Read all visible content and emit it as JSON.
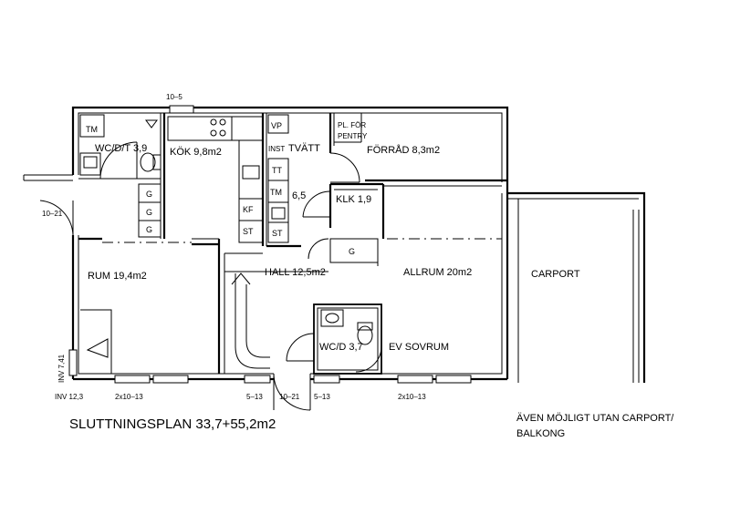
{
  "labels": {
    "room_wc_dt": "WC/D/T 3,9",
    "room_kok": "KÖK 9,8m2",
    "room_inst": "INST",
    "room_tvatt": "TVÄTT",
    "room_pl_for_line1": "PL. FÖR",
    "room_pl_for_line2": "PENTRY",
    "room_forrad": "FÖRRÅD 8,3m2",
    "room_klk": "KLK 1,9",
    "room_65": "6,5",
    "room_rum": "RUM 19,4m2",
    "room_hall": "HALL 12,5m2",
    "room_allrum": "ALLRUM 20m2",
    "room_carport": "CARPORT",
    "room_wc_d": "WC/D 3,7",
    "room_ev_sovrum": "EV SOVRUM",
    "fix_tm1": "TM",
    "fix_vp": "VP",
    "fix_tt": "TT",
    "fix_tm2": "TM",
    "fix_st1": "ST",
    "fix_kf": "KF",
    "fix_st2": "ST",
    "fix_g1": "G",
    "fix_g2": "G",
    "fix_g3": "G",
    "fix_g4": "G",
    "dim_10_5": "10–5",
    "dim_10_21_left": "10–21",
    "dim_inv_741": "INV 7,41",
    "dim_inv_123": "INV 12,3",
    "dim_2x10_13_left": "2x10–13",
    "dim_5_13_left": "5–13",
    "dim_10_21_bottom": "10–21",
    "dim_5_13_right": "5–13",
    "dim_2x10_13_right": "2x10–13",
    "title": "SLUTTNINGSPLAN 33,7+55,2m2",
    "note_line1": "ÄVEN MÖJLIGT UTAN CARPORT/",
    "note_line2": "BALKONG"
  }
}
